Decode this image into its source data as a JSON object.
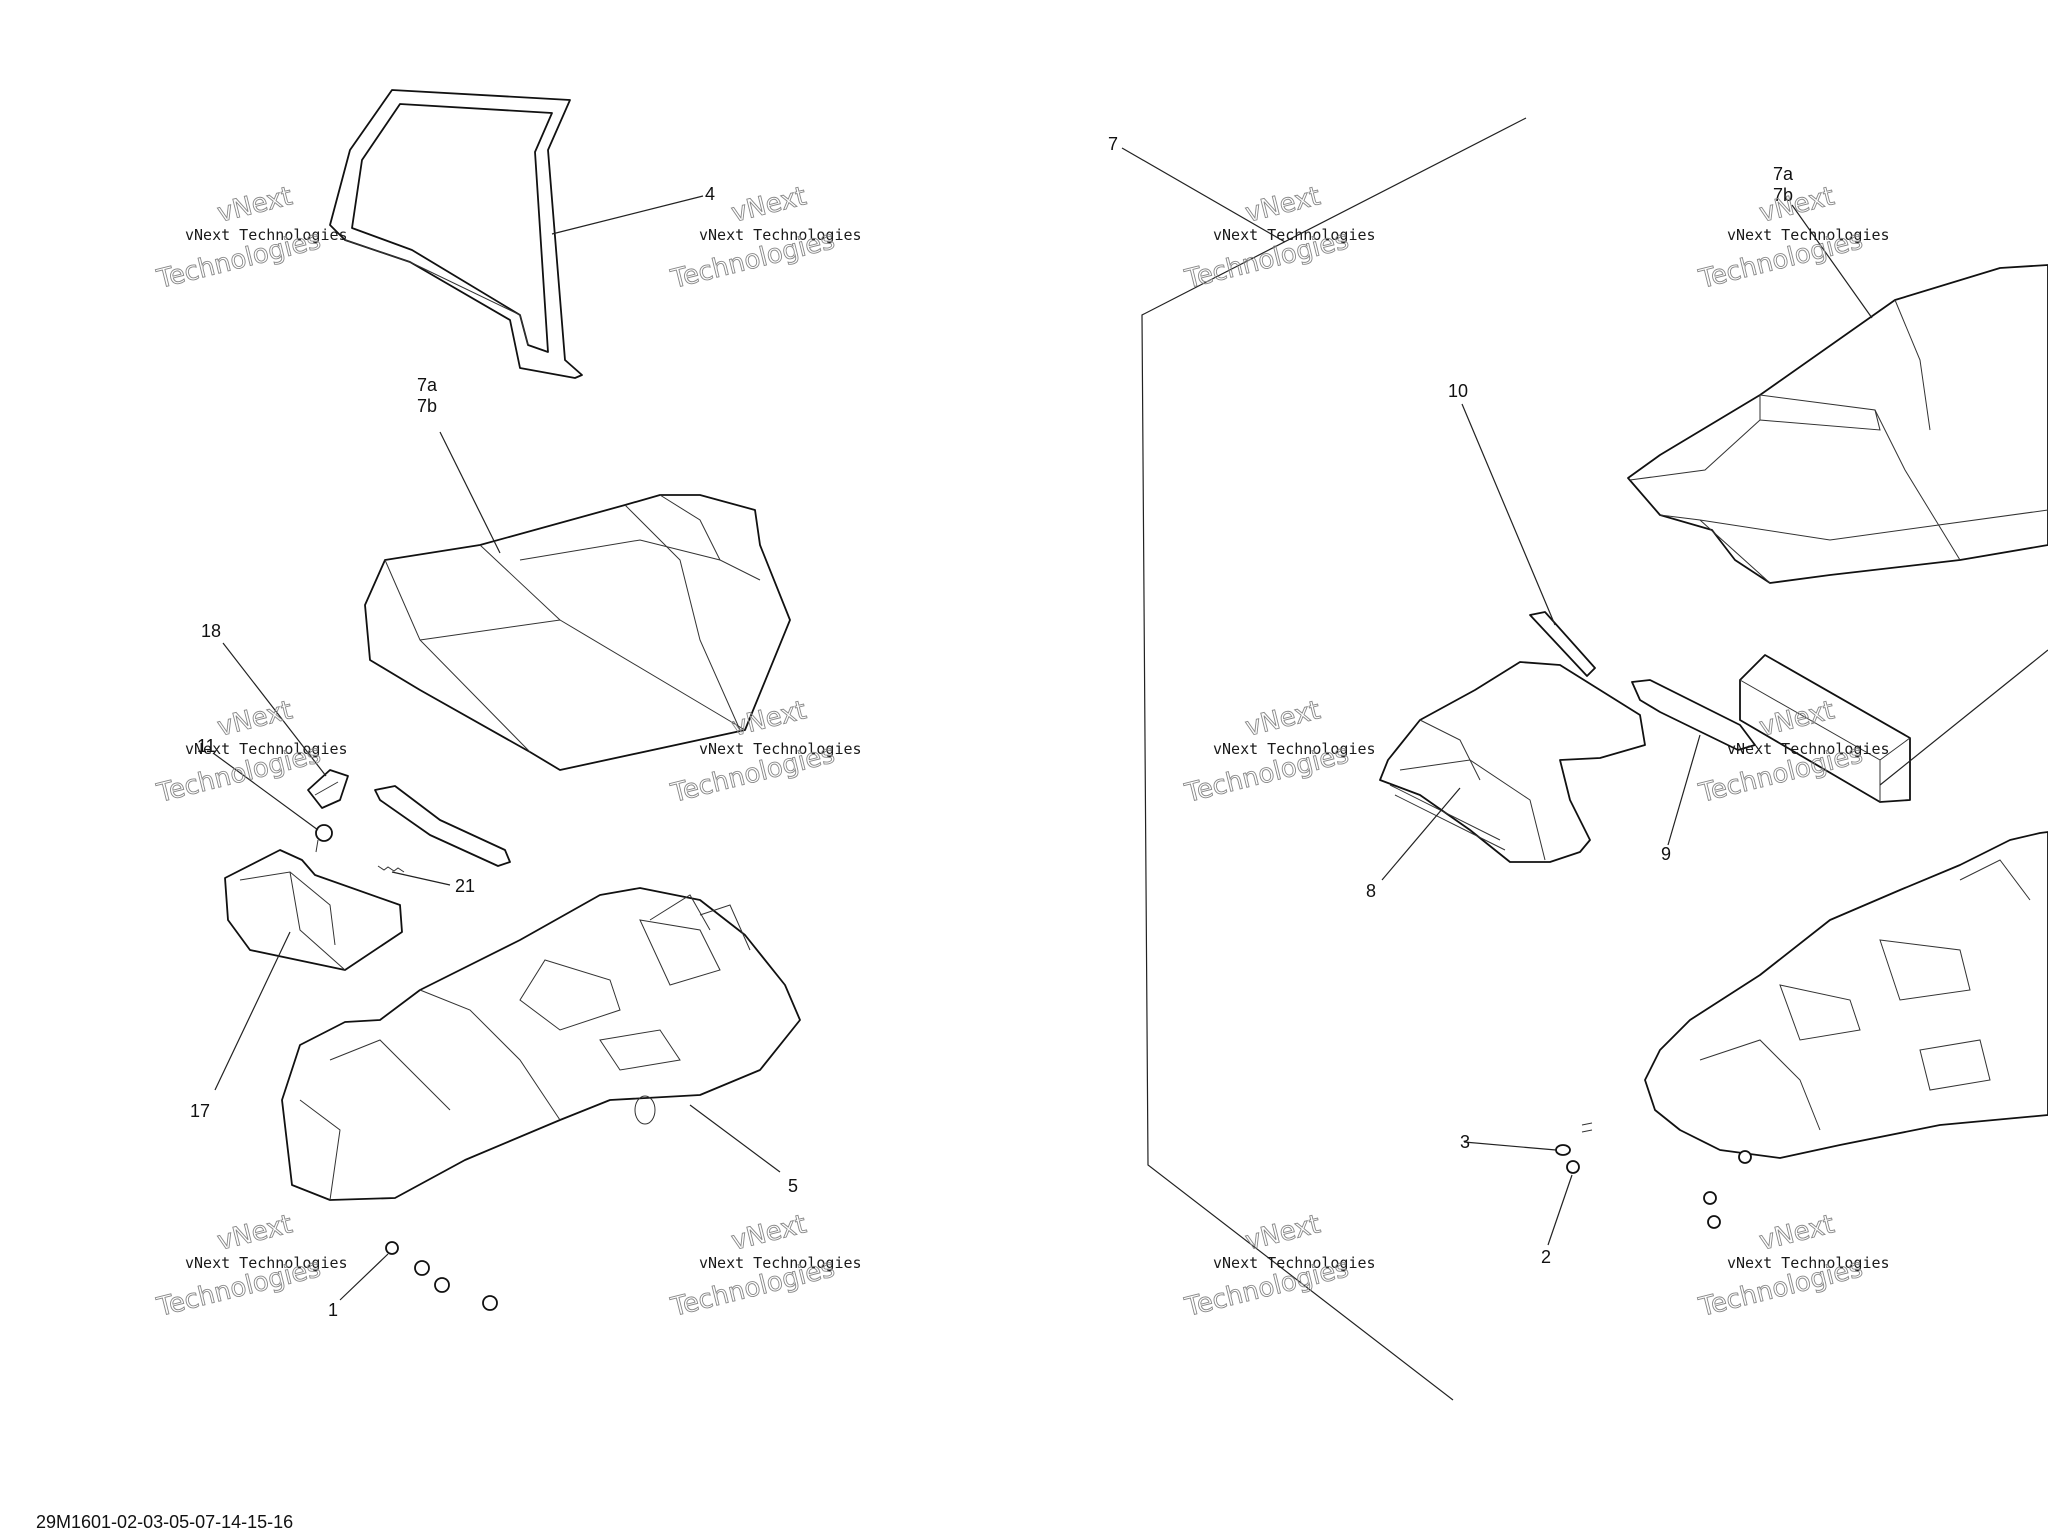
{
  "diagram": {
    "callouts": {
      "c4": "4",
      "c7a_left": "7a",
      "c7b_left": "7b",
      "c18": "18",
      "c11": "11",
      "c21": "21",
      "c17": "17",
      "c5": "5",
      "c1": "1",
      "c7": "7",
      "c7a_right": "7a",
      "c7b_right": "7b",
      "c10": "10",
      "c8": "8",
      "c9": "9",
      "c3": "3",
      "c2": "2"
    },
    "watermark": {
      "line1": "vNext",
      "line2": "vNext Technologies",
      "line3": "Technologies"
    }
  },
  "footer": {
    "reference_code": "29M1601-02-03-05-07-14-15-16"
  }
}
